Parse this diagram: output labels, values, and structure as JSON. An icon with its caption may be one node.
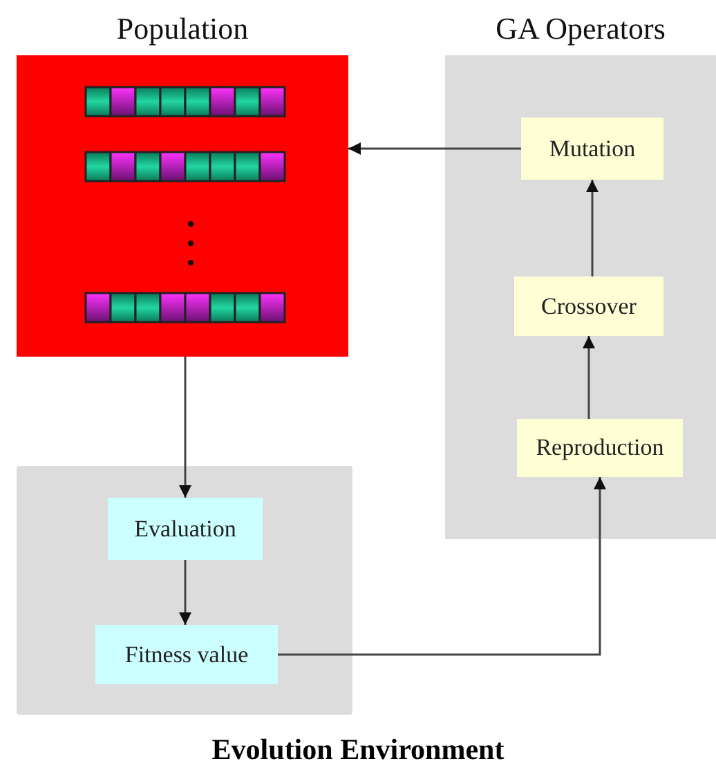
{
  "diagram": {
    "caption": "Evolution Environment",
    "nodes": [
      {
        "text": [
          "Population"
        ]
      },
      {
        "text": [
          "GA Operators"
        ]
      },
      {
        "text": [
          "Mutation"
        ],
        "in": 1
      },
      {
        "text": [
          "Crossover"
        ],
        "in": 1
      },
      {
        "text": [
          "Reproduction"
        ],
        "in": 1
      },
      {
        "text": [],
        "shape": "box"
      },
      {
        "text": [
          "Evaluation"
        ],
        "in": 5
      },
      {
        "text": [
          "Fitness value"
        ],
        "in": 5
      }
    ],
    "edges": [
      {
        "from": 2,
        "to": 0,
        "arrow": "to"
      },
      {
        "from": 3,
        "to": 2,
        "arrow": "to"
      },
      {
        "from": 4,
        "to": 3,
        "arrow": "to"
      },
      {
        "from": 0,
        "to": 6,
        "arrow": "to"
      },
      {
        "from": 6,
        "to": 7,
        "arrow": "to"
      },
      {
        "from": 7,
        "to": 4,
        "arrow": "to"
      }
    ]
  }
}
